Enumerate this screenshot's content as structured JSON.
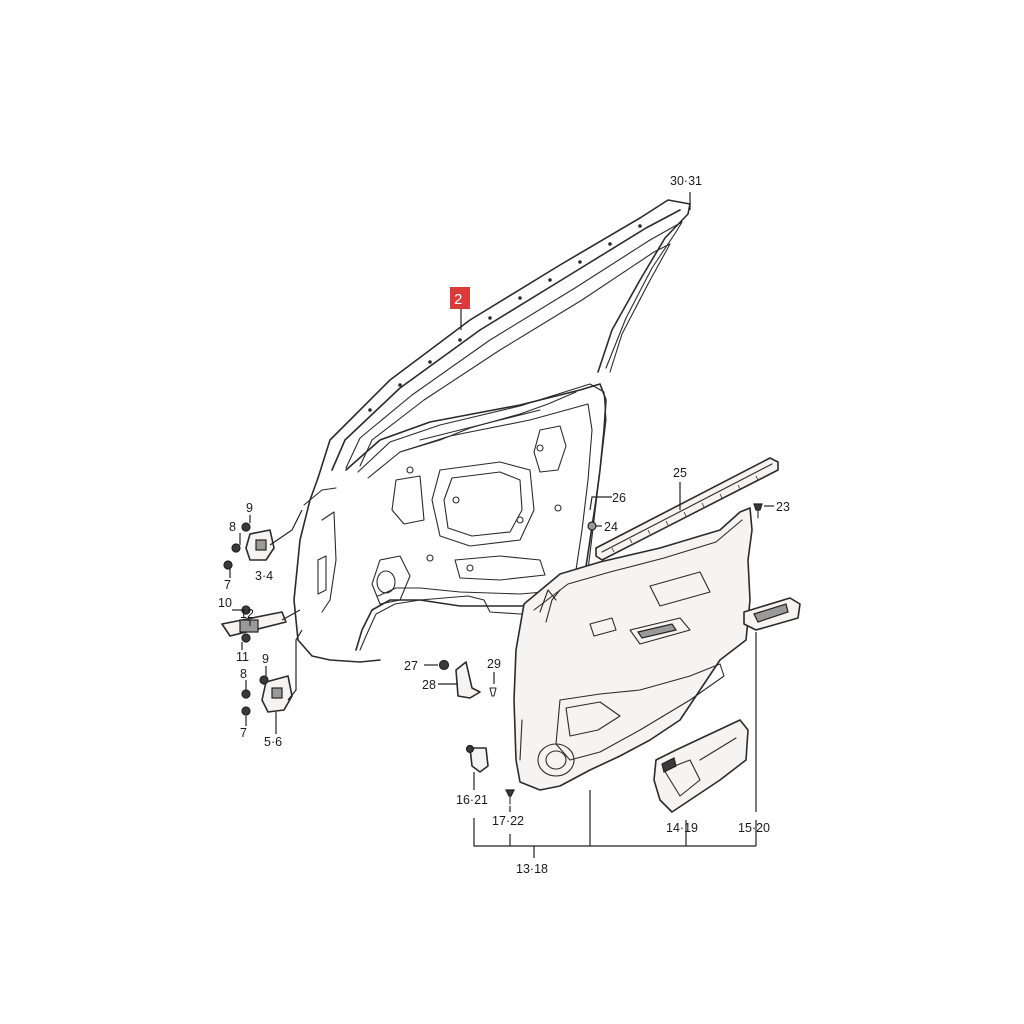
{
  "highlighted_callout": "2",
  "callouts": {
    "door_frame": "30·31",
    "door_shell": "2",
    "weatherstrip": "26",
    "clip_24": "24",
    "belt_molding": "25",
    "screw_23": "23",
    "upper_hinge_bolt": "9",
    "upper_hinge_washer": "8",
    "upper_hinge_nut": "7",
    "upper_hinge": "3·4",
    "checker_bolt": "10",
    "checker_bracket": "12",
    "checker_nut": "11",
    "lower_hinge_bolt": "9",
    "lower_hinge_washer": "8",
    "lower_hinge_nut": "7",
    "lower_hinge": "5·6",
    "fastener_27": "27",
    "bracket_28": "28",
    "clip_29": "29",
    "clip_16_21": "16·21",
    "screw_17_22": "17·22",
    "trim_panel": "13·18",
    "armrest_pocket": "14·19",
    "handle_bezel": "15·20"
  }
}
